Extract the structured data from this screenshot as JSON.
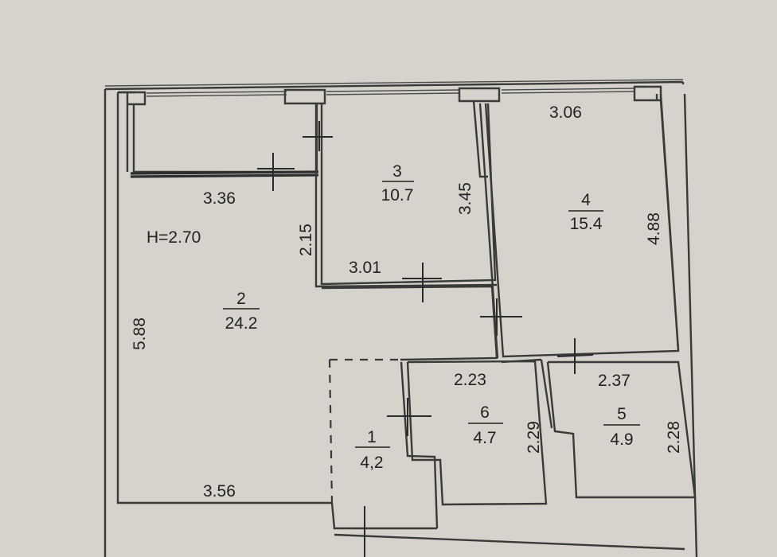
{
  "plan": {
    "ceiling_height": "H=2.70",
    "rooms": [
      {
        "id": "1",
        "area": "4,2"
      },
      {
        "id": "2",
        "area": "24.2"
      },
      {
        "id": "3",
        "area": "10.7"
      },
      {
        "id": "4",
        "area": "15.4"
      },
      {
        "id": "5",
        "area": "4.9"
      },
      {
        "id": "6",
        "area": "4.7"
      }
    ],
    "dimensions": {
      "room2_top": "3.36",
      "room2_side": "5.88",
      "room2_bottom": "3.56",
      "room2_step": "2.15",
      "room3_bottom": "3.01",
      "room3_side": "3.45",
      "room4_top": "3.06",
      "room4_side": "4.88",
      "room6_top": "2.23",
      "room6_side": "2.29",
      "room5_top": "2.37",
      "room5_side": "2.28"
    }
  }
}
